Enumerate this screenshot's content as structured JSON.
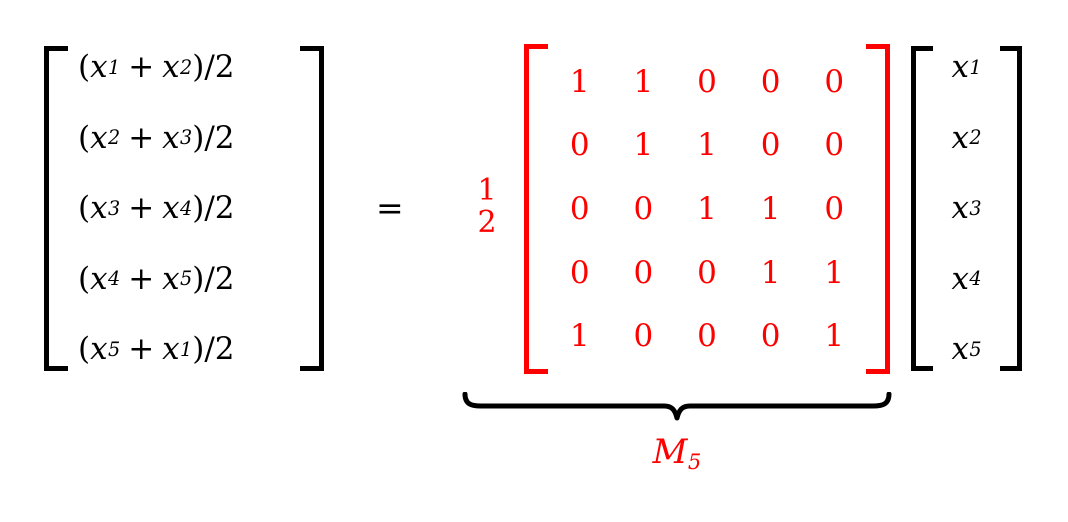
{
  "equation": {
    "relation": "=",
    "scalar": {
      "numerator": "1",
      "denominator": "2",
      "color": "#FF0000"
    },
    "colors": {
      "matrix": "#FF0000",
      "vectors": "#000000",
      "brace": "#000000",
      "label": "#FF0000"
    },
    "lhs_vector": {
      "name": "averaged-values-vector",
      "entries": [
        {
          "text": "(x1 + x2)/2",
          "open": "(",
          "a": "x",
          "a_sub": "1",
          "plus": "+",
          "b": "x",
          "b_sub": "2",
          "close": ")/2"
        },
        {
          "text": "(x2 + x3)/2",
          "open": "(",
          "a": "x",
          "a_sub": "2",
          "plus": "+",
          "b": "x",
          "b_sub": "3",
          "close": ")/2"
        },
        {
          "text": "(x3 + x4)/2",
          "open": "(",
          "a": "x",
          "a_sub": "3",
          "plus": "+",
          "b": "x",
          "b_sub": "4",
          "close": ")/2"
        },
        {
          "text": "(x4 + x5)/2",
          "open": "(",
          "a": "x",
          "a_sub": "4",
          "plus": "+",
          "b": "x",
          "b_sub": "5",
          "close": ")/2"
        },
        {
          "text": "(x5 + x1)/2",
          "open": "(",
          "a": "x",
          "a_sub": "5",
          "plus": "+",
          "b": "x",
          "b_sub": "1",
          "close": ")/2"
        }
      ]
    },
    "matrix": {
      "name": "circulant-matrix-M5",
      "rows": 5,
      "cols": 5,
      "values": [
        [
          "1",
          "1",
          "0",
          "0",
          "0"
        ],
        [
          "0",
          "1",
          "1",
          "0",
          "0"
        ],
        [
          "0",
          "0",
          "1",
          "1",
          "0"
        ],
        [
          "0",
          "0",
          "0",
          "1",
          "1"
        ],
        [
          "1",
          "0",
          "0",
          "0",
          "1"
        ]
      ]
    },
    "rhs_vector": {
      "name": "input-variable-vector",
      "entries": [
        {
          "base": "x",
          "sub": "1"
        },
        {
          "base": "x",
          "sub": "2"
        },
        {
          "base": "x",
          "sub": "3"
        },
        {
          "base": "x",
          "sub": "4"
        },
        {
          "base": "x",
          "sub": "5"
        }
      ]
    },
    "underbrace": {
      "label_base": "M",
      "label_sub": "5",
      "label_text": "M5"
    },
    "brackets": {
      "left": "[",
      "right": "]"
    }
  }
}
